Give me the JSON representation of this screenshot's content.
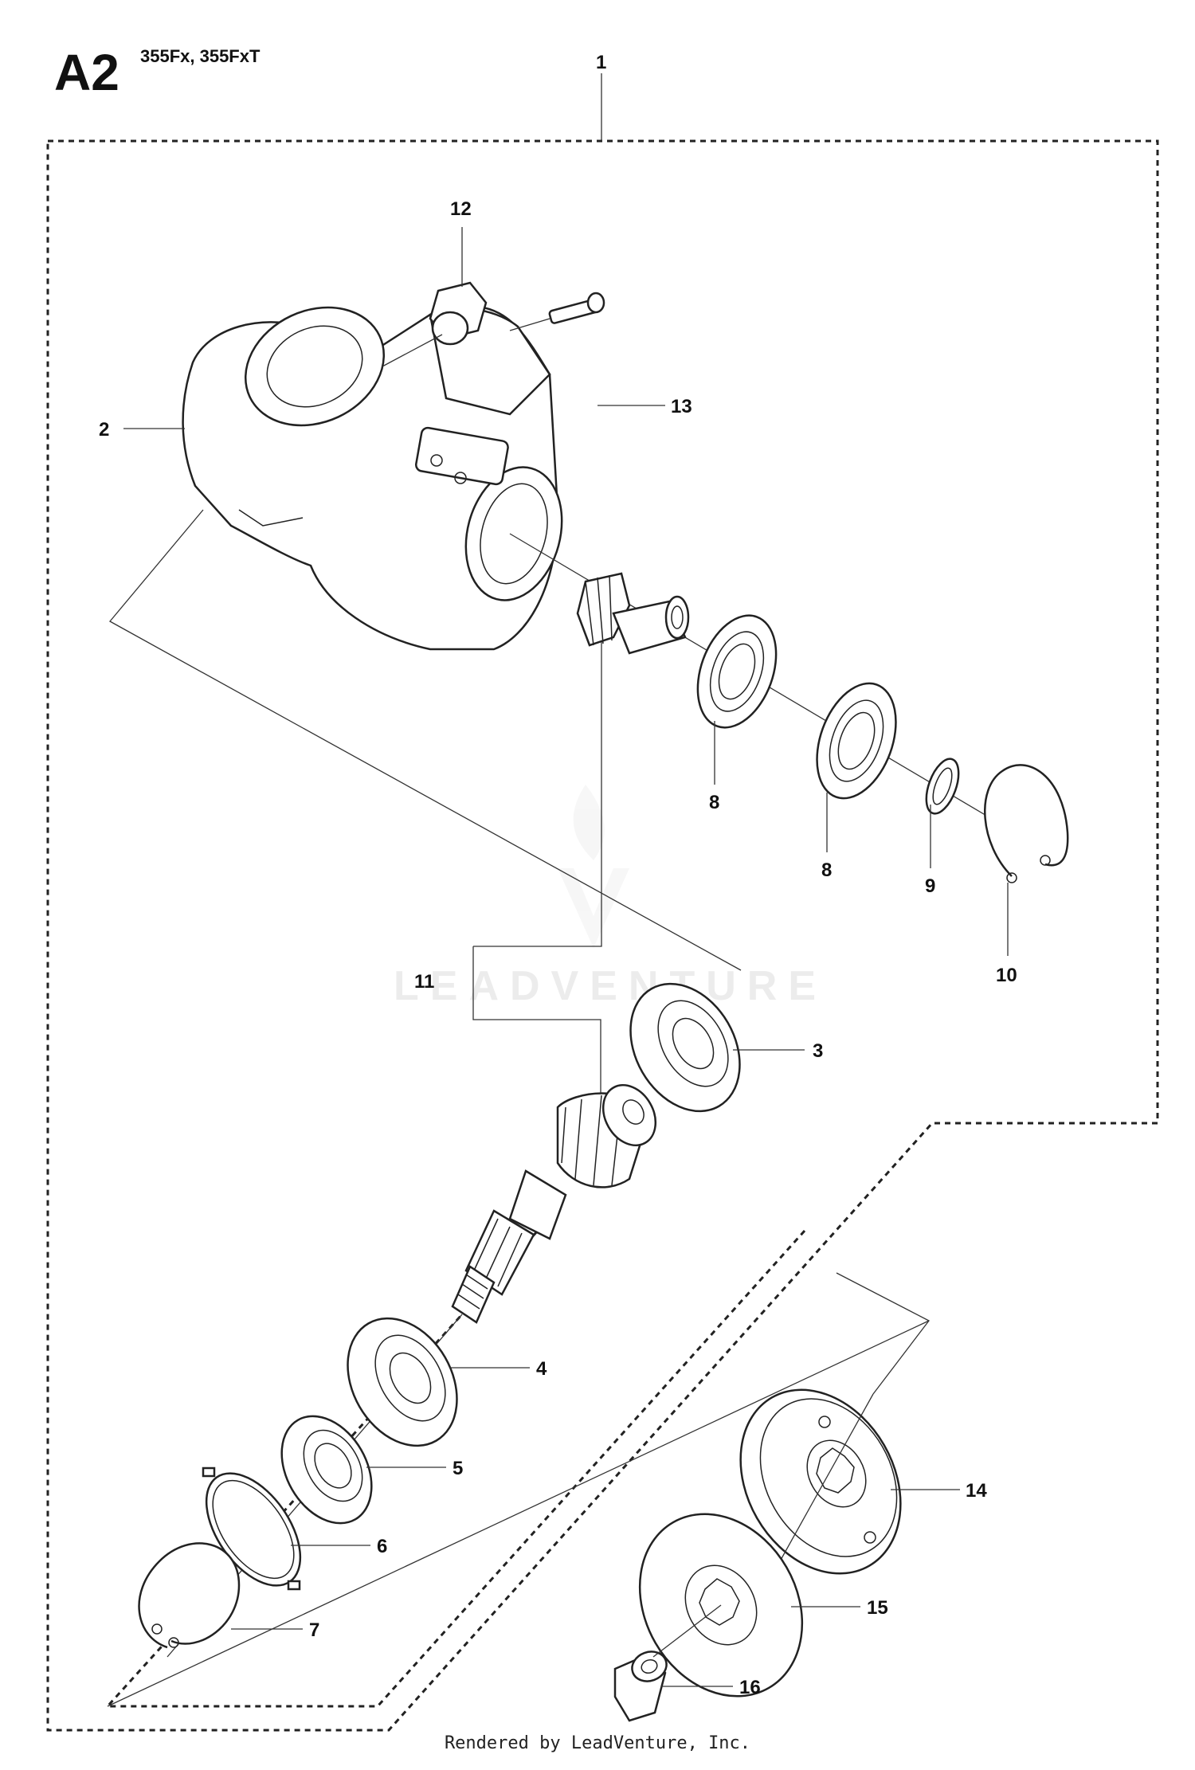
{
  "header": {
    "section": "A2",
    "models": "355Fx, 355FxT"
  },
  "watermark": "LEADVENTURE",
  "footer": "Rendered by LeadVenture, Inc.",
  "labels": {
    "p1": "1",
    "p2": "2",
    "p3": "3",
    "p4": "4",
    "p5": "5",
    "p6": "6",
    "p7": "7",
    "p8a": "8",
    "p8b": "8",
    "p9": "9",
    "p10": "10",
    "p11": "11",
    "p12": "12",
    "p13": "13",
    "p14": "14",
    "p15": "15",
    "p16": "16"
  }
}
